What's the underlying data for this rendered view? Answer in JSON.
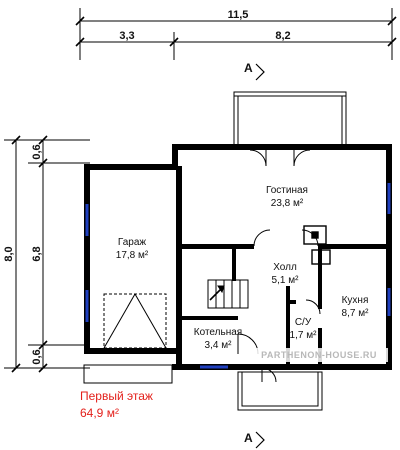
{
  "dimensions": {
    "overall_width": "11,5",
    "garage_width": "3,3",
    "house_width": "8,2",
    "overall_depth": "8,0",
    "inner_depth": "6,8",
    "offset_top": "0,6",
    "offset_bottom": "0,6"
  },
  "section_mark": "A",
  "rooms": {
    "living": {
      "name": "Гостиная",
      "area": "23,8 м²"
    },
    "garage": {
      "name": "Гараж",
      "area": "17,8 м²"
    },
    "hall": {
      "name": "Холл",
      "area": "5,1 м²"
    },
    "kitchen": {
      "name": "Кухня",
      "area": "8,7 м²"
    },
    "boiler": {
      "name": "Котельная",
      "area": "3,4 м²"
    },
    "wc": {
      "name": "С/У",
      "area": "1,7 м²"
    }
  },
  "floor": {
    "title": "Первый этаж",
    "area": "64,9 м²"
  },
  "watermark": "PARTHENON-HOUSE.RU",
  "colors": {
    "wall": "#000000",
    "window": "#1f3fbf",
    "title": "#e3201b"
  }
}
